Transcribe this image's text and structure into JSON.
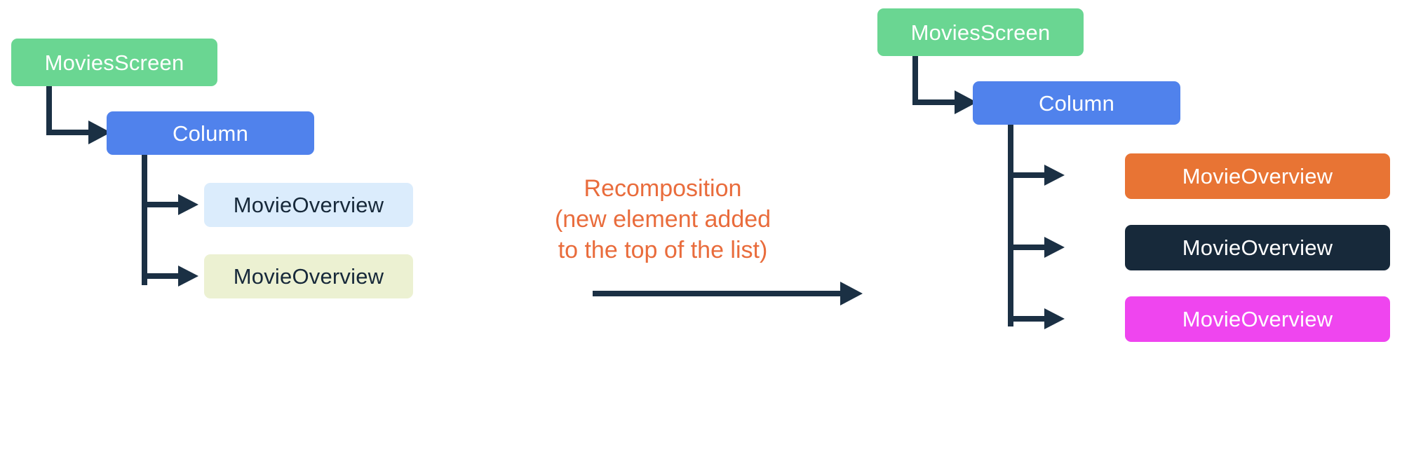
{
  "diagram": {
    "title_text": "Recomposition (new element added to the top of the list)",
    "colors": {
      "green": "#6ad692",
      "blue": "#5082ec",
      "light_blue": "#dbecfc",
      "cream": "#ecf1d2",
      "orange_box": "#e87434",
      "navy": "#17293a",
      "magenta": "#ef45ef",
      "connector": "#1b3044",
      "caption_orange": "#e96c3c",
      "white_text": "#ffffff",
      "dark_text": "#17293a"
    }
  },
  "left_tree": {
    "name": "before-recomposition-tree",
    "root": {
      "label": "MoviesScreen"
    },
    "column": {
      "label": "Column"
    },
    "children": [
      {
        "label": "MovieOverview",
        "variant": "light-blue"
      },
      {
        "label": "MovieOverview",
        "variant": "cream"
      }
    ]
  },
  "transition": {
    "name": "recomposition-transition",
    "lines": [
      "Recomposition",
      "(new element added",
      "to the top of the list)"
    ],
    "caption": "Recomposition\n(new element added\nto the top of the list)"
  },
  "right_tree": {
    "name": "after-recomposition-tree",
    "root": {
      "label": "MoviesScreen"
    },
    "column": {
      "label": "Column"
    },
    "children": [
      {
        "label": "MovieOverview",
        "variant": "orange"
      },
      {
        "label": "MovieOverview",
        "variant": "navy"
      },
      {
        "label": "MovieOverview",
        "variant": "magenta"
      }
    ]
  }
}
